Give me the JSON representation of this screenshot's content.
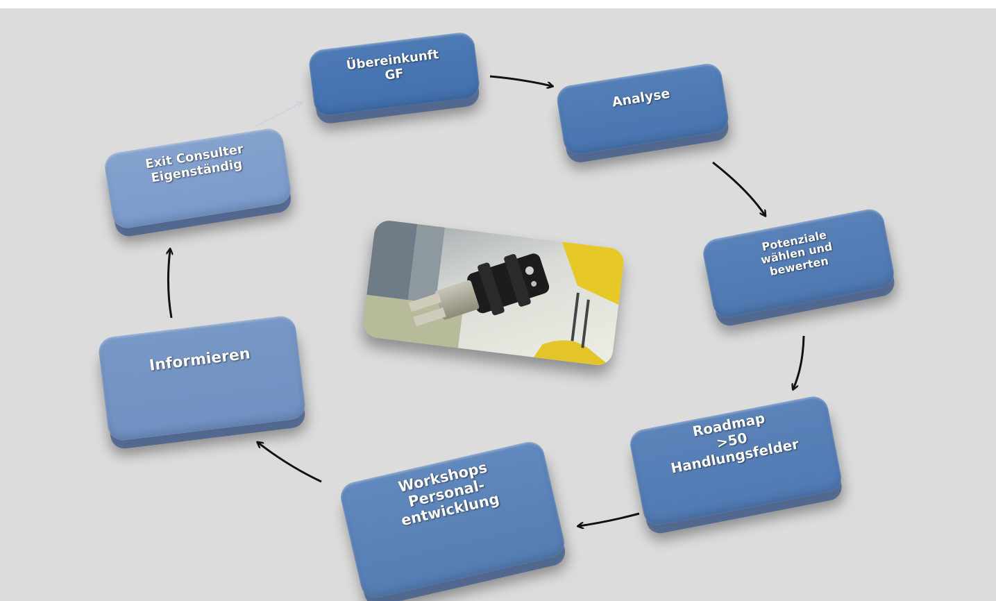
{
  "diagram": {
    "title": "",
    "center_image": "industrial-robot-gripper-photo",
    "nodes": [
      {
        "id": "uber",
        "label": "Übereinkunft\nGF"
      },
      {
        "id": "analyse",
        "label": "Analyse"
      },
      {
        "id": "pot",
        "label": "Potenziale\nwählen und\nbewerten"
      },
      {
        "id": "road",
        "label": "Roadmap\n>50\nHandlungsfelder"
      },
      {
        "id": "work",
        "label": "Workshops\nPersonal-\nentwicklung"
      },
      {
        "id": "info",
        "label": "Informieren"
      },
      {
        "id": "exit",
        "label": "Exit Consulter\nEigenständig"
      }
    ],
    "edges": [
      {
        "from": "uber",
        "to": "analyse"
      },
      {
        "from": "analyse",
        "to": "pot"
      },
      {
        "from": "pot",
        "to": "road"
      },
      {
        "from": "road",
        "to": "work"
      },
      {
        "from": "work",
        "to": "info"
      },
      {
        "from": "info",
        "to": "exit"
      },
      {
        "from": "exit",
        "to": "uber"
      }
    ],
    "colors": {
      "background": "#dcdcdc",
      "box_dark": "#4a76b0",
      "box_light": "#7b9aca",
      "arrow": "#111111",
      "text": "#ffffff"
    }
  }
}
